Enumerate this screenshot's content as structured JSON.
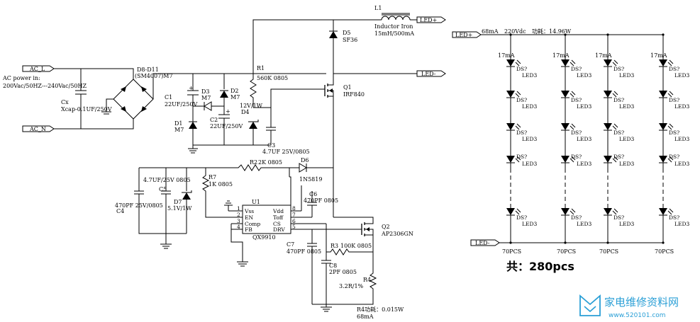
{
  "left_circuit": {
    "ac_l": "AC_L",
    "ac_n": "AC_N",
    "ac_power_title": "AC power in:",
    "ac_power_range": "200Vac/50HZ---240Vac/50HZ",
    "cx": "Cx",
    "cx_value": "Xcap-0.1UF/250V",
    "bridge_ref": "D8-D11",
    "bridge_value": "(SM4007)M7",
    "c1": "C1",
    "c1_value": "22UF/250V",
    "d3": "D3",
    "d3_value": "M7",
    "d1": "D1",
    "d1_value": "M7",
    "d2": "D2",
    "d2_value": "M7",
    "c2": "C2",
    "c2_value": "22UF/250V",
    "r1": "R1",
    "r1_value": "560K 0805",
    "d4_value": "12V/1W",
    "d4": "D4",
    "c3": "C3",
    "c3_value": "4.7UF 25V/0805",
    "d5": "D5",
    "d5_value": "SF36",
    "l1": "L1",
    "l1_desc": "Inductor Iron",
    "l1_value": "15mH/500mA",
    "led_plus": "LED+",
    "led_minus": "LED-",
    "q1": "Q1",
    "q1_value": "IRF840",
    "r2": "R2",
    "r2_value": "2K 0805",
    "d6": "D6",
    "d6_value": "1N5819",
    "cap_top": "4.7UF/25V 0805",
    "c5": "C5",
    "c4_value": "470PF 25V/0805",
    "c4": "C4",
    "d7": "D7",
    "d7_value": "5.1V/1W",
    "r7": "R7",
    "r7_value": "1K 0805",
    "u1": "U1",
    "u1_pins_left": [
      "Vss",
      "EN",
      "Comp",
      "FB"
    ],
    "u1_pins_right": [
      "Vdd",
      "Toff",
      "CS",
      "DRV"
    ],
    "u1_nums_left": [
      "1",
      "2",
      "3",
      "4"
    ],
    "u1_nums_right": [
      "8",
      "7",
      "6",
      "5"
    ],
    "u1_part": "QX9910",
    "c6": "C6",
    "c6_value": "470PF 0805",
    "q2": "Q2",
    "q2_value": "AP2306GN",
    "c7": "C7",
    "c7_value": "470PF 0805",
    "r3": "R3",
    "r3_value": "100K 0805",
    "c8": "C8",
    "c8_value": "2PF 0805",
    "r4": "R4",
    "r4_value": "3.2R/1%",
    "r4_power": "R4功耗：0.015W",
    "r4_current": "68mA"
  },
  "led_array": {
    "led_plus": "LED+",
    "led_minus": "LED-",
    "current": "68mA",
    "voltage": "220Vdc",
    "power": "功耗：14.96W",
    "string_current": "17mA",
    "ds": "DS?",
    "led": "LED3",
    "string_count": "70PCS",
    "total": "共：280pcs"
  },
  "watermark": {
    "text": "家电维修资料网",
    "url": "www.520101.com"
  }
}
